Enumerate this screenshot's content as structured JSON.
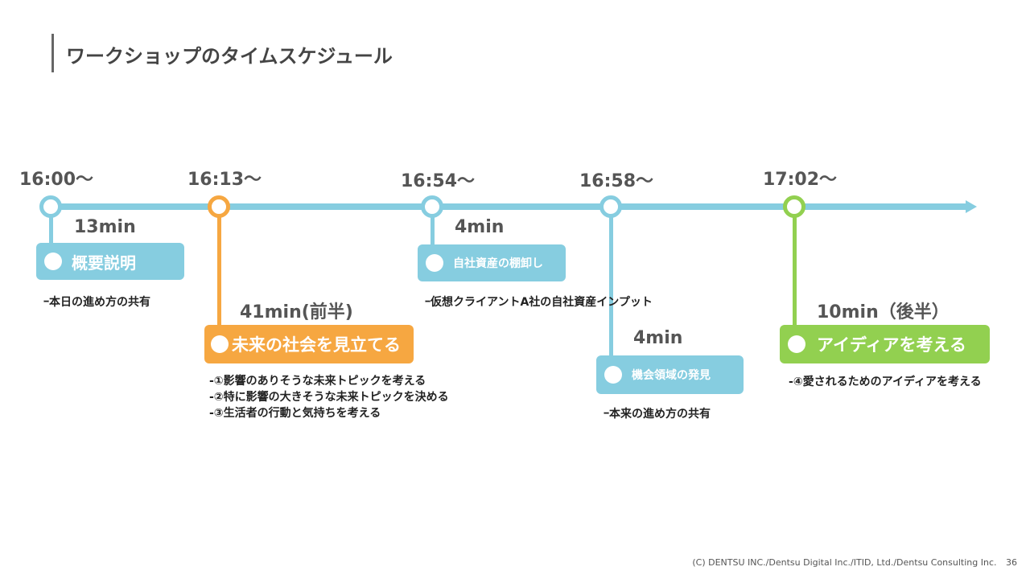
{
  "title": "ワークショップのタイムスケジュール",
  "colors": {
    "blue": "#86cde0",
    "orange": "#f6a741",
    "green": "#92d050",
    "text": "#555555"
  },
  "stages": [
    {
      "time": "16:00〜",
      "duration": "13min",
      "label": "概要説明",
      "notes": [
        "ｰ本日の進め方の共有"
      ],
      "color": "blue"
    },
    {
      "time": "16:13〜",
      "duration": "41min(前半)",
      "label": "未来の社会を見立てる",
      "notes": [
        "-①影響のありそうな未来トピックを考える",
        "-②特に影響の大きそうな未来トピックを決める",
        "-③生活者の行動と気持ちを考える"
      ],
      "color": "orange"
    },
    {
      "time": "16:54〜",
      "duration": "4min",
      "label": "自社資産の棚卸し",
      "notes": [
        "ｰ仮想クライアントA社の自社資産インプット"
      ],
      "color": "blue"
    },
    {
      "time": "16:58〜",
      "duration": "4min",
      "label": "機会領域の発見",
      "notes": [
        "ｰ本来の進め方の共有"
      ],
      "color": "blue"
    },
    {
      "time": "17:02〜",
      "duration": "10min（後半）",
      "label": "アイディアを考える",
      "notes": [
        "-④愛されるためのアイディアを考える"
      ],
      "color": "green"
    }
  ],
  "footer": {
    "copyright": "(C) DENTSU INC./Dentsu Digital Inc./ITID, Ltd./Dentsu Consulting Inc.",
    "page_number": "36"
  }
}
